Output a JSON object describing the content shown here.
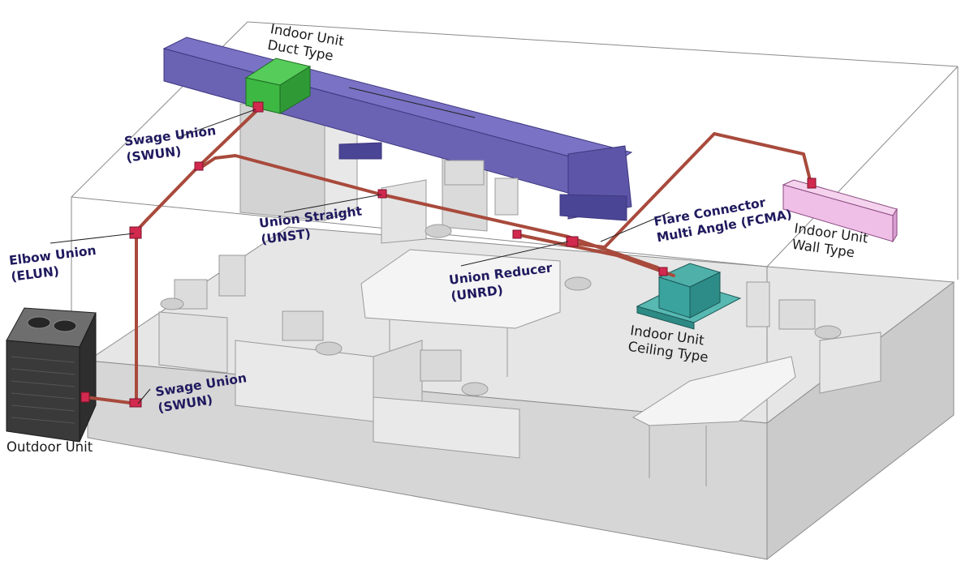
{
  "labels": {
    "indoor_duct": {
      "line1": "Indoor Unit",
      "line2": "Duct Type"
    },
    "swun_top": {
      "line1": "Swage Union",
      "line2": "(SWUN)"
    },
    "unst": {
      "line1": "Union Straight",
      "line2": "(UNST)"
    },
    "elun": {
      "line1": "Elbow Union",
      "line2": "(ELUN)"
    },
    "unrd": {
      "line1": "Union Reducer",
      "line2": "(UNRD)"
    },
    "fcma": {
      "line1": "Flare Connector",
      "line2": "Multi Angle (FCMA)"
    },
    "indoor_wall": {
      "line1": "Indoor Unit",
      "line2": "Wall Type"
    },
    "indoor_ceiling": {
      "line1": "Indoor Unit",
      "line2": "Ceiling Type"
    },
    "swun_bottom": {
      "line1": "Swage Union",
      "line2": "(SWUN)"
    },
    "outdoor": {
      "line1": "Outdoor Unit"
    }
  },
  "colors": {
    "pipe": "#a84a3c",
    "fitting": "#d2294f",
    "duct": "#6a63b4",
    "duct_dark": "#544c9c",
    "duct_collar": "#3db843",
    "wall_unit": "#efbfe8",
    "ceiling_unit": "#3aa39e",
    "callout_text": "#1f1a5e"
  }
}
